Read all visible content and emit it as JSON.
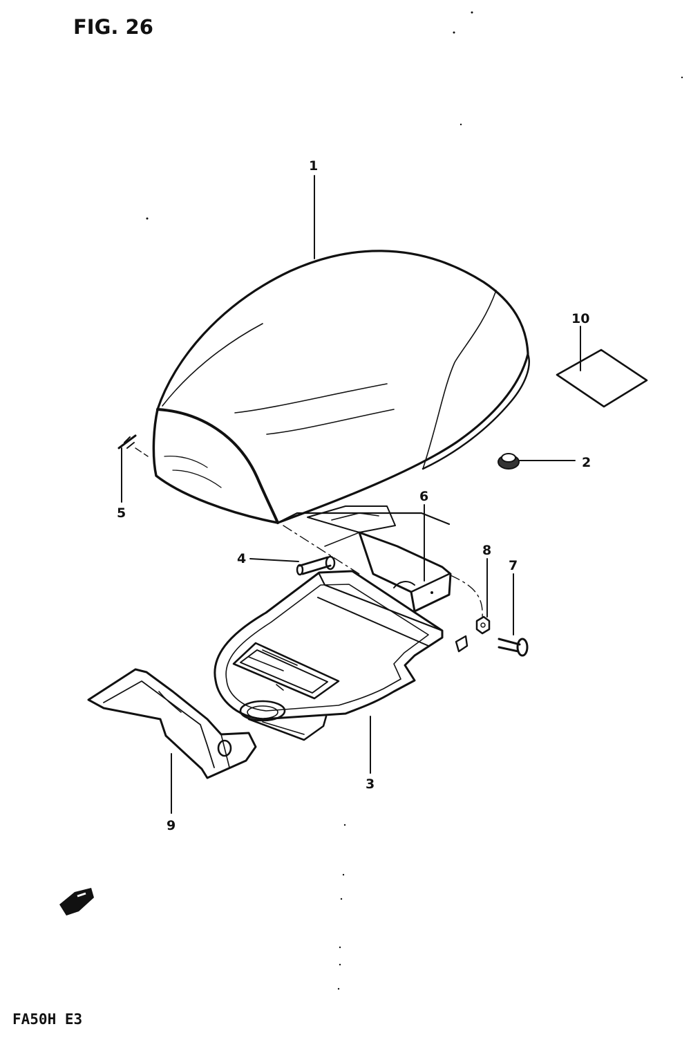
{
  "figure": {
    "title": "FIG. 26",
    "model_code": "FA50H E3"
  },
  "callouts": [
    {
      "id": "1",
      "label": "1",
      "part": "seat"
    },
    {
      "id": "2",
      "label": "2",
      "part": "cushion"
    },
    {
      "id": "3",
      "label": "3",
      "part": "seat-base-tray"
    },
    {
      "id": "4",
      "label": "4",
      "part": "pin"
    },
    {
      "id": "5",
      "label": "5",
      "part": "clip"
    },
    {
      "id": "6",
      "label": "6",
      "part": "box"
    },
    {
      "id": "7",
      "label": "7",
      "part": "bolt"
    },
    {
      "id": "8",
      "label": "8",
      "part": "nut"
    },
    {
      "id": "9",
      "label": "9",
      "part": "guard"
    },
    {
      "id": "10",
      "label": "10",
      "part": "label-sheet"
    }
  ],
  "icons": {
    "front_arrow": "front-direction-arrow-icon"
  },
  "colors": {
    "ink": "#111111",
    "paper": "#ffffff"
  }
}
